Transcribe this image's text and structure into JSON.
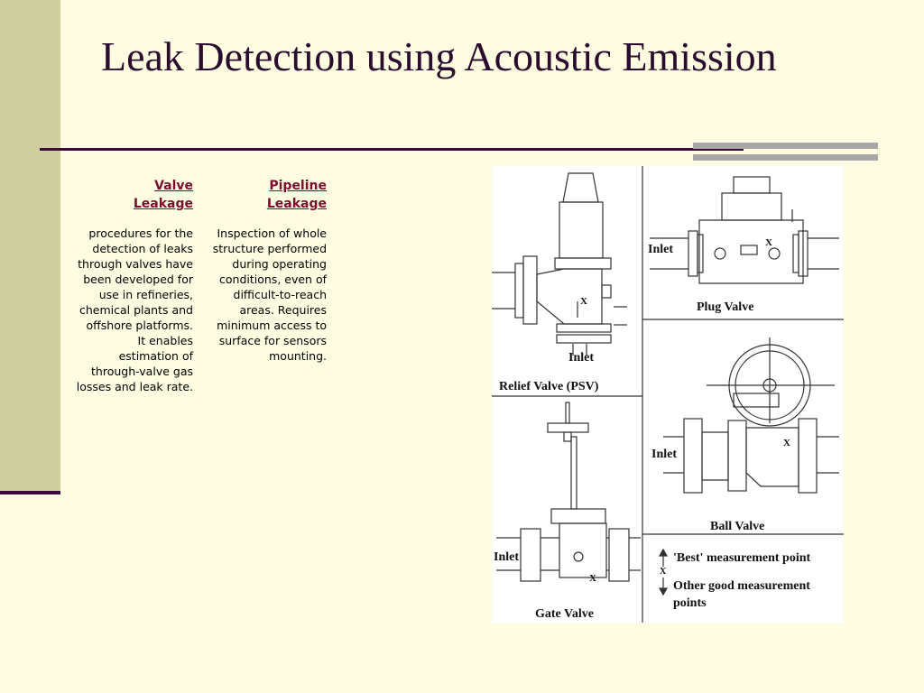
{
  "slide": {
    "title": "Leak Detection using Acoustic Emission"
  },
  "columns": {
    "valve": {
      "heading_line1": "Valve",
      "heading_line2": "Leakage",
      "body": "procedures for the detection of leaks through valves have been developed for use in refineries, chemical plants and offshore platforms. It enables estimation of through-valve gas losses and leak rate."
    },
    "pipeline": {
      "heading_line1": "Pipeline",
      "heading_line2": "Leakage",
      "body": "Inspection of whole structure performed during operating conditions, even of difficult-to-reach areas. Requires minimum access to surface for sensors mounting."
    }
  },
  "diagram": {
    "relief_valve": "Relief Valve (PSV)",
    "relief_inlet": "Inlet",
    "plug_valve": "Plug Valve",
    "plug_inlet": "Inlet",
    "ball_valve": "Ball Valve",
    "ball_inlet": "Inlet",
    "gate_valve": "Gate Valve",
    "gate_inlet": "Inlet",
    "legend_best": "'Best' measurement point",
    "legend_other_line1": "Other good measurement",
    "legend_other_line2": "points",
    "marker_x": "X"
  }
}
